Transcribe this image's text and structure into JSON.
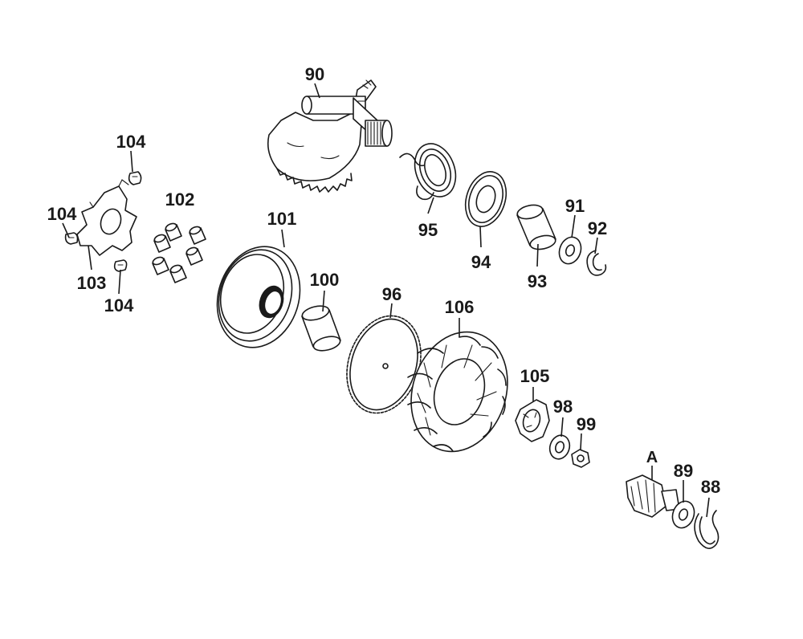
{
  "diagram": {
    "callouts": {
      "p90": "90",
      "p95": "95",
      "p94": "94",
      "p93": "93",
      "p91": "91",
      "p92": "92",
      "p104a": "104",
      "p104b": "104",
      "p104c": "104",
      "p103": "103",
      "p102": "102",
      "p101": "101",
      "p100": "100",
      "p96": "96",
      "p106": "106",
      "p105": "105",
      "p98": "98",
      "p99": "99",
      "pA": "A",
      "p89": "89",
      "p88": "88"
    }
  }
}
